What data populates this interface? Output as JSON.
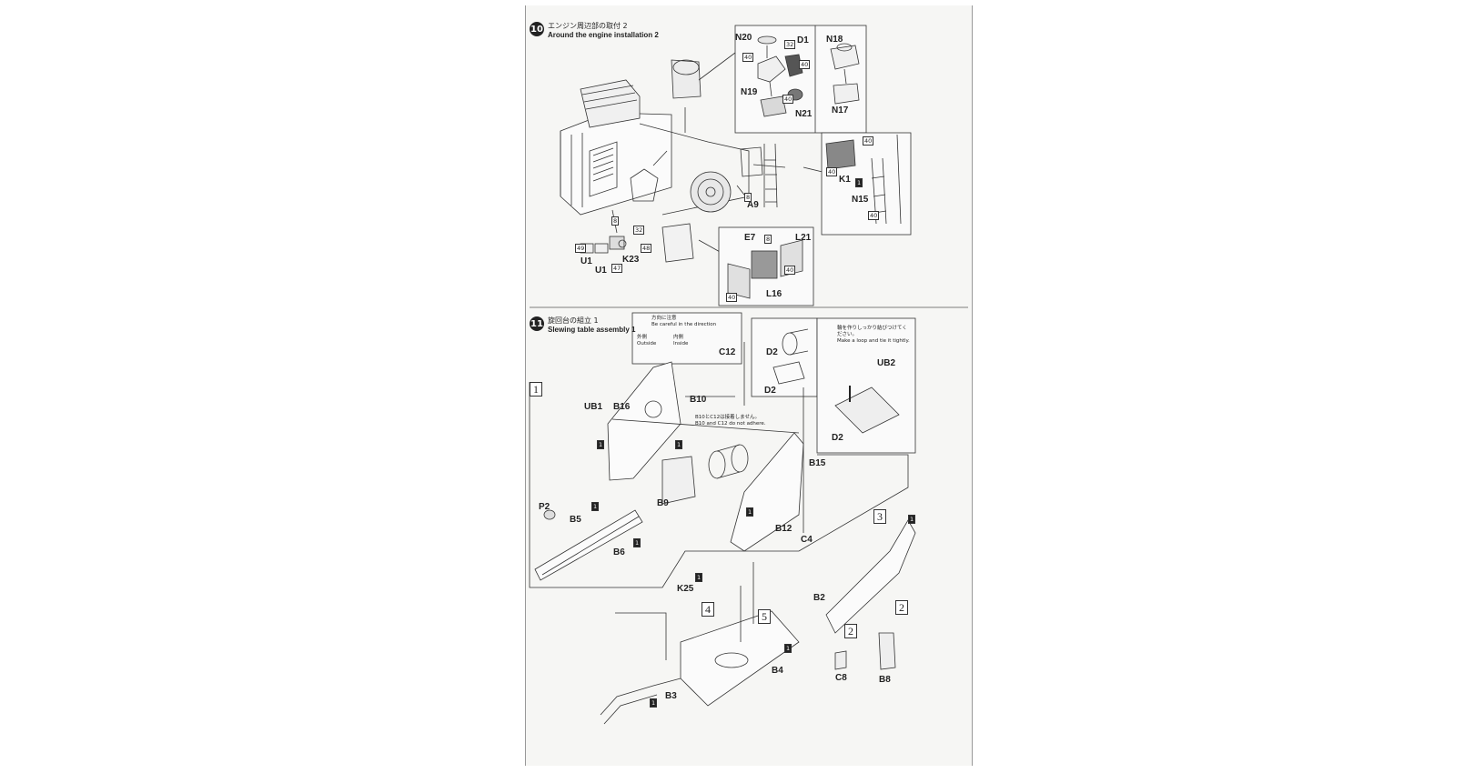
{
  "step10": {
    "number": "10",
    "title_jp": "エンジン周辺部の取付 2",
    "title_en": "Around the engine installation 2",
    "parts": {
      "n20": "N20",
      "d1": "D1",
      "n18": "N18",
      "n19": "N19",
      "n21": "N21",
      "n17": "N17",
      "k1": "K1",
      "n15": "N15",
      "a9": "A9",
      "k23": "K23",
      "u1a": "U1",
      "u1b": "U1",
      "e7": "E7",
      "l21": "L21",
      "l16": "L16"
    },
    "badges": {
      "b40a": "40",
      "b32": "32",
      "b40b": "40",
      "b40c": "40",
      "b40d": "40",
      "b40e": "40",
      "b1a": "1",
      "b40f": "40",
      "b8a": "8",
      "b8b": "8",
      "b32b": "32",
      "b49": "49",
      "b48": "48",
      "b47": "47",
      "b8c": "8",
      "b40g": "40",
      "b40h": "40"
    }
  },
  "step11": {
    "number": "11",
    "title_jp": "旋回台の組立 1",
    "title_en": "Slewing table assembly 1",
    "direction_jp": "方向に注意",
    "direction_en": "Be careful in the direction",
    "outside_jp": "外側",
    "outside_en": "Outside",
    "inside_jp": "内側",
    "inside_en": "Inside",
    "loop_jp": "輪を作りしっかり結びつけてください。",
    "loop_en": "Make a loop and tie it tightly.",
    "adhere_jp": "B10とC12は接着しません。",
    "adhere_en": "B10 and C12 do not adhere.",
    "parts": {
      "c12": "C12",
      "d2a": "D2",
      "d2b": "D2",
      "d2c": "D2",
      "ub2": "UB2",
      "b10": "B10",
      "ub1": "UB1",
      "b16": "B16",
      "b15": "B15",
      "b9": "B9",
      "p2": "P2",
      "b5": "B5",
      "b6": "B6",
      "b12": "B12",
      "c4": "C4",
      "k25": "K25",
      "b2": "B2",
      "b4": "B4",
      "b3": "B3",
      "c8": "C8",
      "b8": "B8"
    },
    "sub_steps": {
      "s1": "1",
      "s2a": "2",
      "s2b": "2",
      "s3": "3",
      "s4": "4",
      "s5": "5"
    },
    "badges": {
      "one": "1"
    }
  },
  "colors": {
    "ink": "#222222",
    "paper": "#f6f6f4",
    "grey": "#8a8a8a"
  }
}
